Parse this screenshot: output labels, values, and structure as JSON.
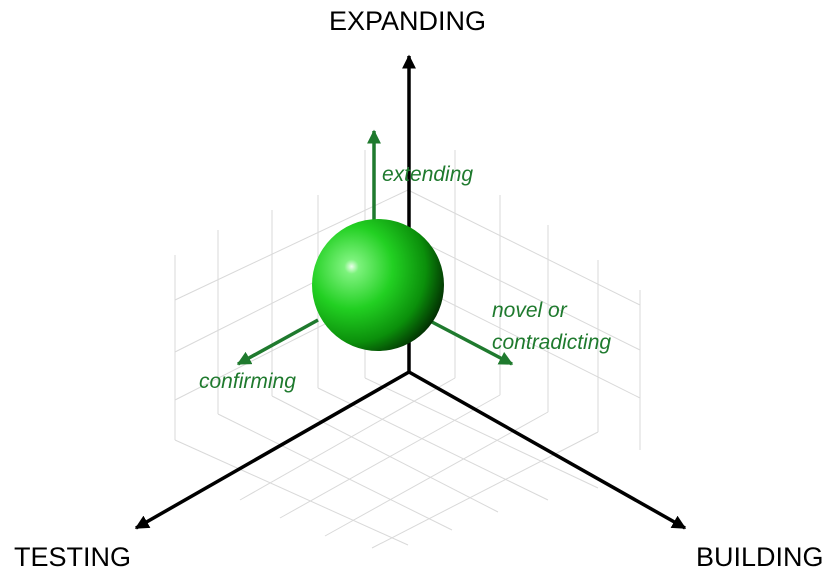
{
  "axes": {
    "vertical": {
      "label": "EXPANDING"
    },
    "left": {
      "label": "TESTING"
    },
    "right": {
      "label": "BUILDING"
    }
  },
  "arrows": {
    "up": {
      "label": "extending"
    },
    "right": {
      "label_line1": "novel or",
      "label_line2": "contradicting"
    },
    "left": {
      "label": "confirming"
    }
  },
  "colors": {
    "axis": "#000000",
    "grid": "#d9d9d9",
    "arrow": "#1f7a2e",
    "sphere": "#22c822"
  }
}
